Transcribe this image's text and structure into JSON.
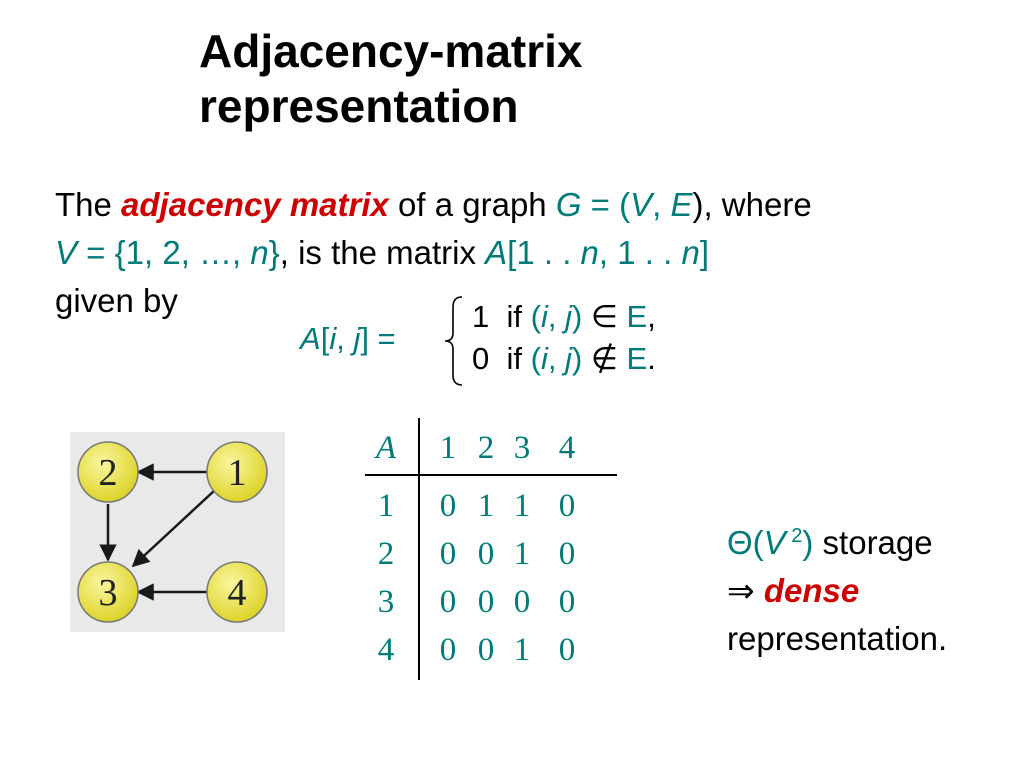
{
  "title": {
    "line1": "Adjacency-matrix",
    "line2": "representation"
  },
  "intro": {
    "the": "The ",
    "term": "adjacency matrix",
    "of_graph": " of a graph ",
    "G": "G",
    "eq_open": " = (",
    "V": "V",
    "comma": ", ",
    "E": "E",
    "close_where": "), where",
    "V2": "V",
    "set_open": " = {1, 2, …, ",
    "n": "n",
    "set_close": "}",
    "is_matrix": ", is the matrix ",
    "A": "A",
    "range_open": "[1 . . ",
    "n2": "n",
    "range_mid": ", 1 . . ",
    "n3": "n",
    "range_close": "]",
    "given_by": "given by"
  },
  "definition": {
    "A": "A",
    "open": "[",
    "i": "i",
    "comma": ", ",
    "j": "j",
    "close_eq": "] =",
    "case1": {
      "value": "1",
      "if": "if",
      "open": "(",
      "i": "i",
      "comma": ", ",
      "j": "j",
      "close": ")",
      "rel": "∈",
      "set": "E",
      "punct": ","
    },
    "case2": {
      "value": "0",
      "if": "if",
      "open": "(",
      "i": "i",
      "comma": ", ",
      "j": "j",
      "close": ")",
      "rel": "∉",
      "set": "E",
      "punct": "."
    }
  },
  "graph": {
    "nodes": [
      "1",
      "2",
      "3",
      "4"
    ],
    "node_color": "#e8e23a",
    "edge_color": "#1a1a1a"
  },
  "matrix": {
    "corner": "A",
    "col_headers": [
      "1",
      "2",
      "3",
      "4"
    ],
    "row_headers": [
      "1",
      "2",
      "3",
      "4"
    ],
    "rows": [
      [
        "0",
        "1",
        "1",
        "0"
      ],
      [
        "0",
        "0",
        "1",
        "0"
      ],
      [
        "0",
        "0",
        "0",
        "0"
      ],
      [
        "0",
        "0",
        "1",
        "0"
      ]
    ]
  },
  "note": {
    "theta": "Θ(",
    "V": "V",
    "exp": " 2",
    "close": ")",
    "storage": " storage",
    "implies": "⇒ ",
    "dense": "dense",
    "representation": "representation."
  },
  "colors": {
    "accent": "#007a78",
    "highlight": "#cc0000"
  }
}
